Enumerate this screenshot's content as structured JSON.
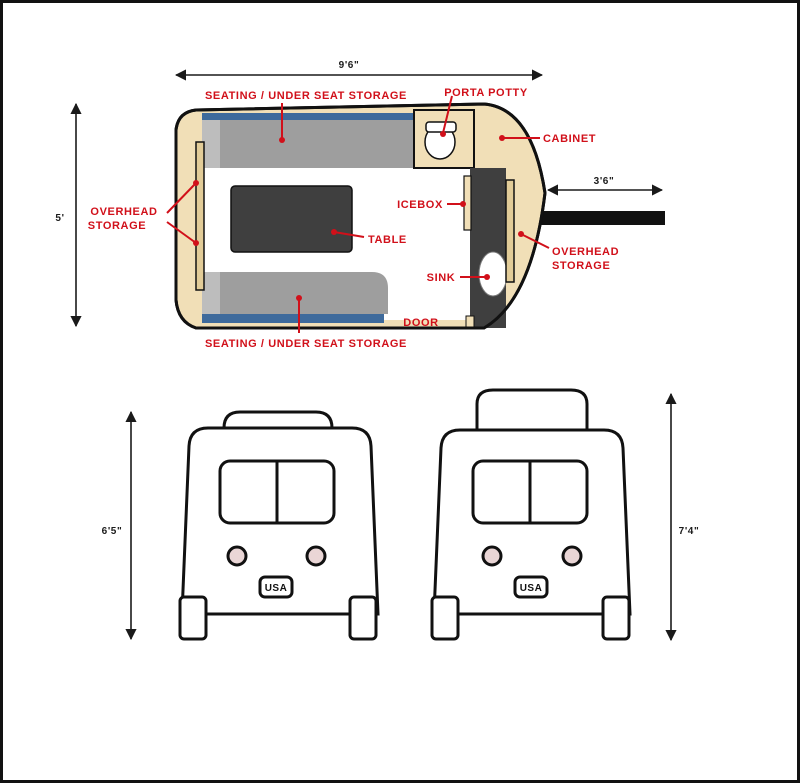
{
  "colors": {
    "annotation": "#d1101a",
    "wood": "#f1dfb7",
    "seat_blue": "#3e6a9c",
    "cushion_gray": "#9e9e9e",
    "table_dark": "#3f3f3f",
    "outline": "#111111",
    "light": "#ead6d6"
  },
  "dimensions": {
    "length": "9'6\"",
    "width": "5'",
    "tongue": "3'6\"",
    "height_left": "6'5\"",
    "height_right": "7'4\""
  },
  "labels": {
    "seating_top": "SEATING / UNDER SEAT STORAGE",
    "seating_bottom": "SEATING / UNDER SEAT STORAGE",
    "porta_potty": "PORTA POTTY",
    "cabinet": "CABINET",
    "overhead_left_line1": "OVERHEAD",
    "overhead_left_line2": "STORAGE",
    "overhead_right_line1": "OVERHEAD",
    "overhead_right_line2": "STORAGE",
    "icebox": "ICEBOX",
    "table": "TABLE",
    "sink": "SINK",
    "door": "DOOR"
  },
  "rear_views": [
    {
      "plate": "USA"
    },
    {
      "plate": "USA"
    }
  ]
}
